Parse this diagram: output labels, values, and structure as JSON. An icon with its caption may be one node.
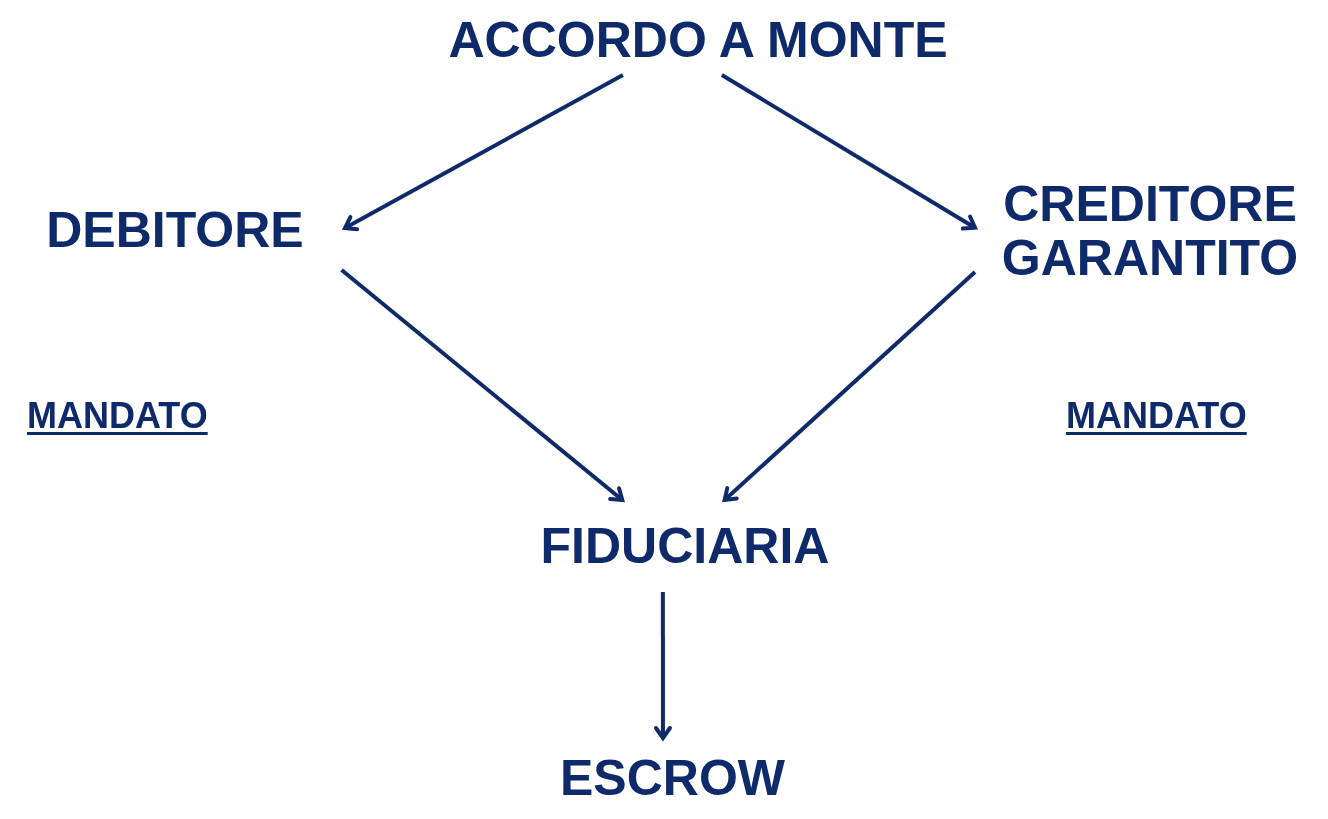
{
  "diagram": {
    "nodes": [
      {
        "text": [
          "ACCORDO A MONTE"
        ]
      },
      {
        "text": [
          "DEBITORE"
        ]
      },
      {
        "text": [
          "CREDITORE GARANTITO"
        ]
      },
      {
        "text": [
          "FIDUCIARIA"
        ]
      },
      {
        "text": [
          "ESCROW"
        ]
      }
    ],
    "edges": [
      {
        "from": 0,
        "to": 1,
        "arrow": "to"
      },
      {
        "from": 0,
        "to": 2,
        "arrow": "to"
      },
      {
        "from": 1,
        "to": 3,
        "arrow": "to"
      },
      {
        "from": 2,
        "to": 3,
        "arrow": "to"
      },
      {
        "from": 3,
        "to": 4,
        "arrow": "to"
      }
    ],
    "labels": [
      "MANDATO",
      "MANDATO"
    ]
  }
}
